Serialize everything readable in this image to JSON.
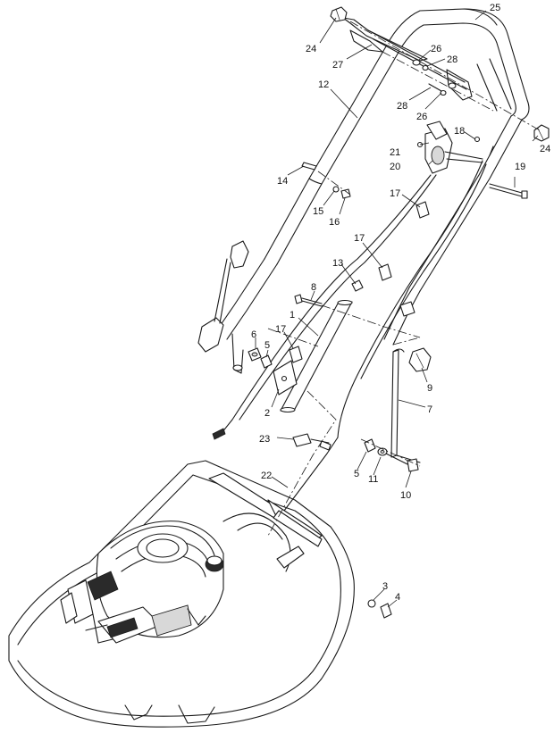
{
  "callouts": [
    "25",
    "24",
    "26",
    "28",
    "27",
    "12",
    "28",
    "26",
    "18",
    "21",
    "24",
    "20",
    "19",
    "14",
    "17",
    "15",
    "16",
    "17",
    "13",
    "8",
    "1",
    "6",
    "5",
    "17",
    "9",
    "2",
    "7",
    "23",
    "5",
    "11",
    "10",
    "22",
    "3",
    "4"
  ]
}
